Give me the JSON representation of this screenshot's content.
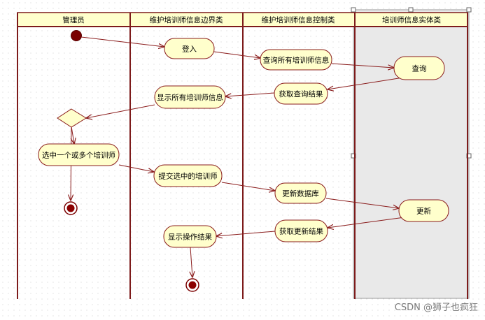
{
  "lanes": [
    {
      "title": "管理员"
    },
    {
      "title": "维护培训师信息边界类"
    },
    {
      "title": "维护培训师信息控制类"
    },
    {
      "title": "培训师信息实体类"
    }
  ],
  "activities": {
    "login": "登入",
    "query_all": "查询所有培训师信息",
    "query": "查询",
    "get_query_result": "获取查询结果",
    "show_all": "显示所有培训师信息",
    "select_trainer": "选中一个或多个培训师",
    "submit_selected": "提交选中的培训师",
    "update_db": "更新数据库",
    "update": "更新",
    "get_update_result": "获取更新结果",
    "show_result": "显示操作结果"
  },
  "watermark": "CSDN @狮子也疯狂",
  "colors": {
    "lane_border": "#7d1b1b",
    "node_fill": "#ffffcc",
    "node_stroke": "#8a1c1c",
    "arrow": "#8a1c1c",
    "start_fill": "#7a0000"
  }
}
